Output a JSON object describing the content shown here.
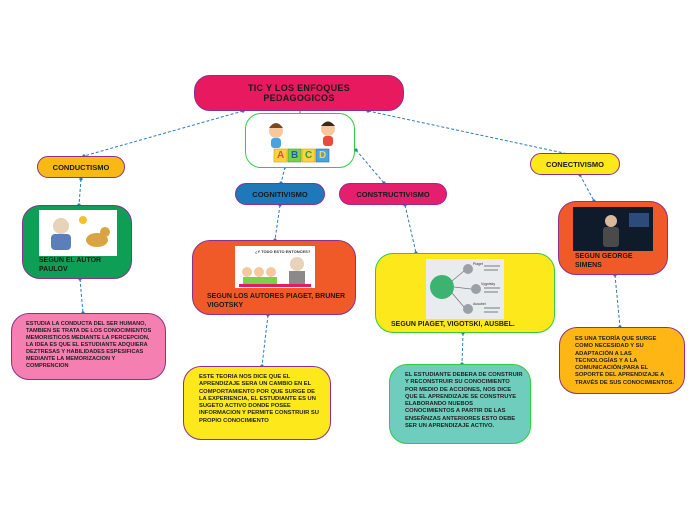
{
  "root": {
    "title": "TIC Y LOS ENFOQUES PEDAGOGICOS"
  },
  "branches": {
    "conductismo": {
      "label": "CONDUCTISMO",
      "author": "SEGUN EL AUTOR PAULOV",
      "description": "ESTUDIA LA CONDUCTA DEL SER HUMANO, TAMBIEN SE TRATA DE LOS CONOCIMIENTOS MEMORISTICOS MEDIANTE LA PERCEPCION, LA IDEA ES QUE EL ESTUDIANTE ADQUIERA DEZTRESAS Y HABILIDADES ESPESIFICAS MEDIANTE LA MEMORIZACION Y COMPRENCION"
    },
    "cognitivismo": {
      "label": "COGNITIVISMO",
      "author": "SEGUN LOS  AUTORES PIAGET, BRUNER VIGOTSKY",
      "description": "ESTE TEORIA NOS DICE QUE EL APRENDIZAJE SERA UN CAMBIO EN EL COMPORTAMIENTO POR QUE SURGE DE LA EXPERIENCIA, EL ESTUDIANTE ES UN SUGETO ACTIVO DONDE POSEE INFORMACION Y PERMITE CONSTRUIR SU PROPIO CONOCIMIENTO"
    },
    "constructivismo": {
      "label": "CONSTRUCTIVISMO",
      "author": "SEGUN PIAGET, VIGOTSKI, AUSBEL.",
      "description": "EL ESTUDIANTE DEBERA DE CONSTRUIR Y RECONSTRUIR SU CONOCIMIENTO POR MEDIO DE ACCIONES, NOS DICE QUE EL APRENDIZAJE SE CONSTRUYE ELABORANDO NUEBOS CONOCIMIENTOS A PARTIR DE LAS ENSEÑNZAS ANTERIORES ESTO DEBE SER UN APRENDIZAJE ACTIVO."
    },
    "conectivismo": {
      "label": "CONECTIVISMO",
      "author": "SEGUN GEORGE SIMENS",
      "description": "ES UNA TEORÍA QUE SURGE COMO NECESIDAD Y SU ADAPTACIÓN A LAS TECNOLOGÍAS Y A LA COMUNICACIÓN;PARA EL SOPORTE DEL APRENDIZAJE A TRAVÉS DE SUS CONOCIMIENTOS."
    }
  },
  "illustrations": {
    "abc_blocks": [
      "A",
      "B",
      "C",
      "D"
    ],
    "cognitivismo_image_title": "¿Y TODO ESTO ENTONCES?",
    "diagram_labels": [
      "Piaget",
      "Vygotsky",
      "Ausubel"
    ]
  },
  "colors": {
    "root": "#e8195f",
    "conductismo_pill": "#f9b914",
    "cognitivismo_pill": "#1f78b9",
    "constructivismo_pill": "#e61e6e",
    "conectivismo_pill": "#fde81b",
    "pink_box": "#f47fb0",
    "green_box": "#0f9e55",
    "orange_box": "#ef5a28",
    "yellow_box": "#fde81b",
    "teal_box": "#6fcdbe",
    "amber_box": "#fdb614",
    "connector": "#2b7ac2"
  }
}
